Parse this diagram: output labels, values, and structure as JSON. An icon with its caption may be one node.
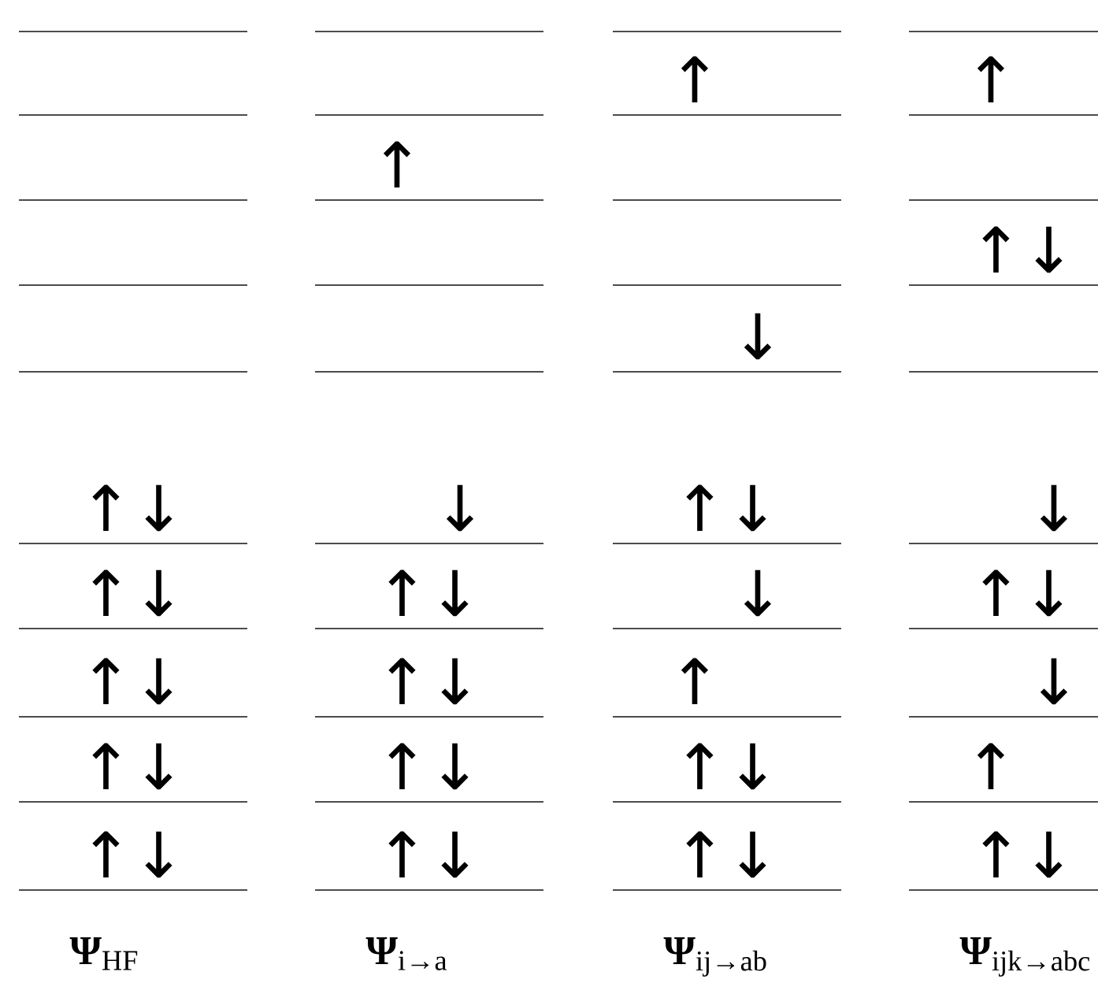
{
  "diagram": {
    "labels": [
      "↑",
      "↑",
      "↑",
      "↑↓",
      "↓",
      "↑↓",
      "↓",
      "↑↓",
      "↓",
      "↑↓",
      "↑↓",
      "↓",
      "↑↓",
      "↑↓",
      "↑↓",
      "↑",
      "↓",
      "↑↓",
      "↑↓",
      "↑↓",
      "↑",
      "↑↓",
      "↑↓",
      "↑↓",
      "↑↓",
      "**Ψ**$_{HF}$",
      "**Ψ**$_{i→a}$",
      "**Ψ**$_{ij→ab}$",
      "**Ψ**$_{ijk→abc}$"
    ]
  }
}
